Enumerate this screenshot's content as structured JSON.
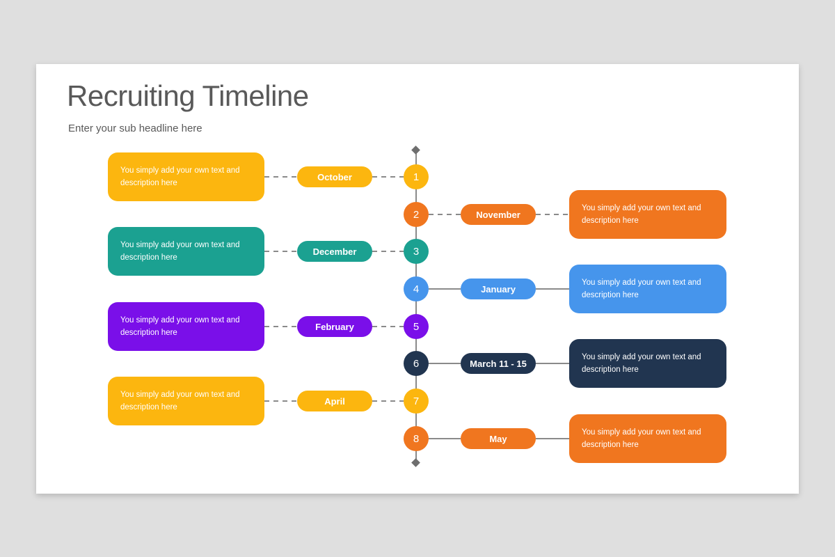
{
  "header": {
    "title": "Recruiting Timeline",
    "subtitle": "Enter your sub headline here"
  },
  "placeholder": {
    "line1": "You simply add your own text and",
    "line2": "description here"
  },
  "colors": {
    "yellow": "#fcb60f",
    "orange": "#f0761f",
    "teal": "#1ba191",
    "blue": "#4695ec",
    "purple": "#7a0fe9",
    "navy": "#213550",
    "connector_gray": "#8a8a8a",
    "title_text": "#595959",
    "page_background": "#dfdfdf",
    "slide_background": "#ffffff"
  },
  "timeline": {
    "items": [
      {
        "number": "1",
        "label": "October",
        "side": "left",
        "connector": "dashed",
        "color": "#fcb60f"
      },
      {
        "number": "2",
        "label": "November",
        "side": "right",
        "connector": "dashed",
        "color": "#f0761f"
      },
      {
        "number": "3",
        "label": "December",
        "side": "left",
        "connector": "dashed",
        "color": "#1ba191"
      },
      {
        "number": "4",
        "label": "January",
        "side": "right",
        "connector": "solid",
        "color": "#4695ec"
      },
      {
        "number": "5",
        "label": "February",
        "side": "left",
        "connector": "dashed",
        "color": "#7a0fe9"
      },
      {
        "number": "6",
        "label": "March 11 - 15",
        "side": "right",
        "connector": "solid",
        "color": "#213550"
      },
      {
        "number": "7",
        "label": "April",
        "side": "left",
        "connector": "dashed",
        "color": "#fcb60f"
      },
      {
        "number": "8",
        "label": "May",
        "side": "right",
        "connector": "solid",
        "color": "#f0761f"
      }
    ]
  }
}
